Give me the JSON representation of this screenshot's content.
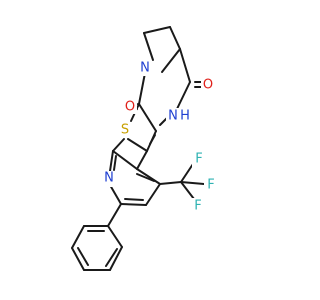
{
  "molecule": {
    "atoms": {
      "n_ring": {
        "text": "N",
        "color": "#1f3fd1"
      },
      "o_left": {
        "text": "O",
        "color": "#e0201a"
      },
      "o_right": {
        "text": "O",
        "color": "#e0201a"
      },
      "nh": {
        "text": "N",
        "color": "#1f3fd1"
      },
      "h": {
        "text": "H",
        "color": "#1f3fd1"
      },
      "s": {
        "text": "S",
        "color": "#c8a000"
      },
      "n_pyridine": {
        "text": "N",
        "color": "#1f3fd1"
      },
      "f_top": {
        "text": "F",
        "color": "#2fb3b3"
      },
      "f_right": {
        "text": "F",
        "color": "#2fb3b3"
      },
      "f_bottom": {
        "text": "F",
        "color": "#2fb3b3"
      }
    }
  }
}
